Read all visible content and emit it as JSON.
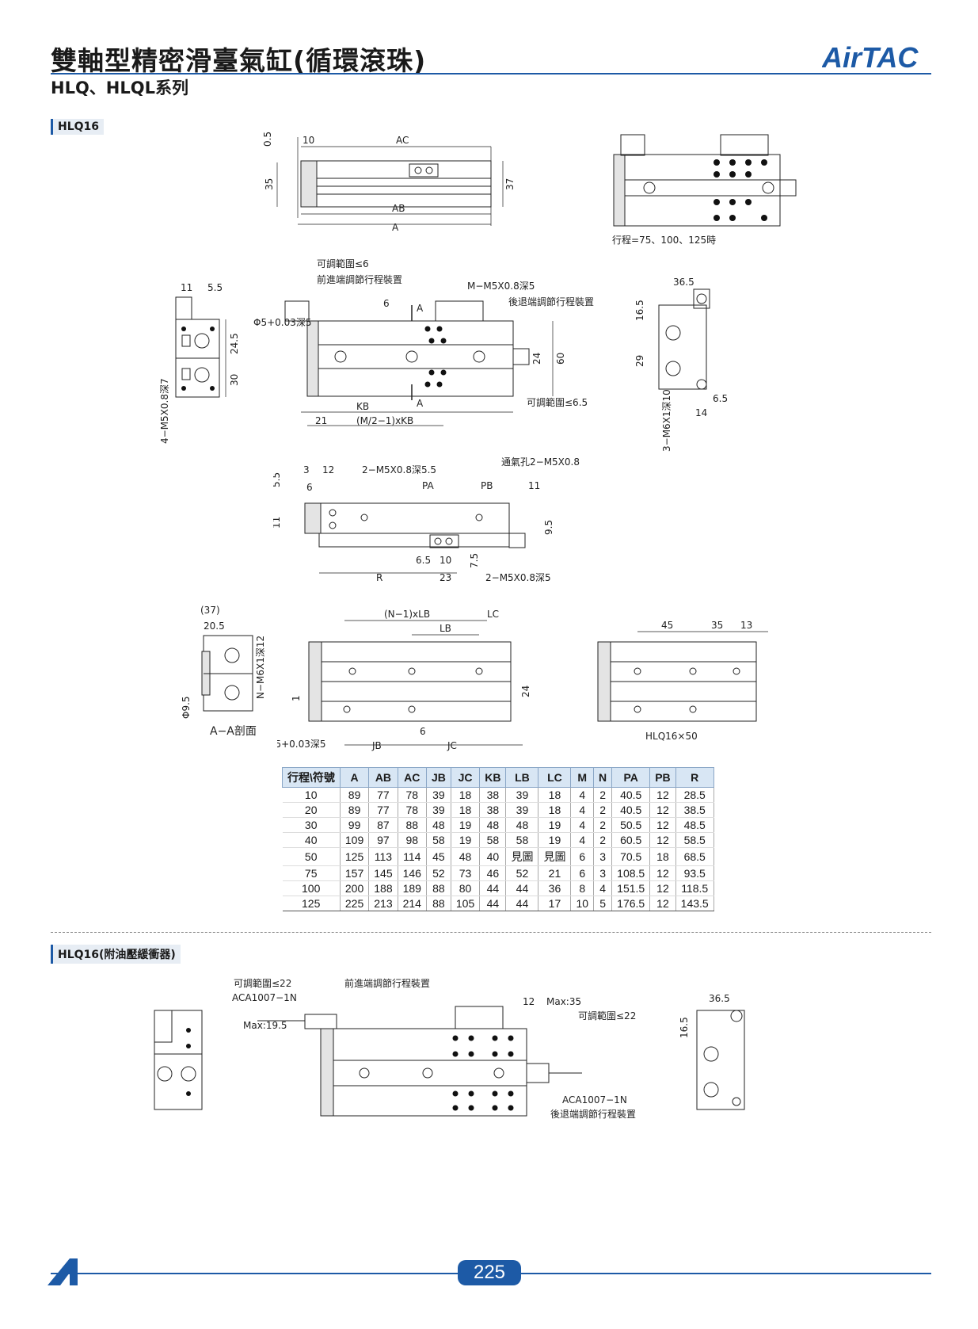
{
  "header": {
    "title": "雙軸型精密滑臺氣缸(循環滾珠)",
    "subtitle": "HLQ、HLQL系列",
    "logo": "AirTAC",
    "accent": "#1d5aa6"
  },
  "section1": {
    "label": "HLQ16"
  },
  "section2": {
    "label": "HLQ16(附油壓緩衝器)"
  },
  "labels": {
    "stroke_note": "行程=75、100、125時",
    "adj6": "可調範圍≤6",
    "front_adj": "前進端調節行程裝置",
    "m_m5": "M−M5X0.8深5",
    "rear_adj": "後退端調節行程裝置",
    "adj65": "可調範圍≤6.5",
    "phi5": "Φ5+0.03深5",
    "m5x4": "4−M5X0.8深7",
    "m6x3": "3−M6X1深10",
    "m5_55": "2−M5X0.8深5.5",
    "vent": "通氣孔2−M5X0.8",
    "m5_5": "2−M5X0.8深5",
    "nm6": "N−M6X1深12",
    "aa": "A−A剖面",
    "hlq50": "HLQ16×50",
    "adj22": "可調範圍≤22",
    "aca": "ACA1007−1N",
    "max195": "Max:19.5",
    "max35": "Max:35"
  },
  "dims": {
    "d05": "0.5",
    "d10": "10",
    "ac": "AC",
    "d35": "35",
    "d37": "37",
    "ab": "AB",
    "a": "A",
    "d11": "11",
    "d55": "5.5",
    "d245": "24.5",
    "d30": "30",
    "d6": "6",
    "secA": "A",
    "d24": "24",
    "d60": "60",
    "kb": "KB",
    "mkb": "(M/2−1)xKB",
    "d21": "21",
    "d365": "36.5",
    "d165": "16.5",
    "d29": "29",
    "d65": "6.5",
    "d14": "14",
    "d3": "3",
    "d12": "12",
    "pa": "PA",
    "pb": "PB",
    "d11b": "11",
    "d95": "9.5",
    "d75": "7.5",
    "r": "R",
    "d23": "23",
    "d37p": "(37)",
    "d205": "20.5",
    "phi95": "Φ9.5",
    "nlb": "(N−1)xLB",
    "lb": "LB",
    "lc": "LC",
    "jb": "JB",
    "jc": "JC",
    "d1": "1",
    "d45": "45",
    "d35b": "35",
    "d13": "13"
  },
  "table": {
    "headers": [
      "行程\\符號",
      "A",
      "AB",
      "AC",
      "JB",
      "JC",
      "KB",
      "LB",
      "LC",
      "M",
      "N",
      "PA",
      "PB",
      "R"
    ],
    "rows": [
      [
        "10",
        "89",
        "77",
        "78",
        "39",
        "18",
        "38",
        "39",
        "18",
        "4",
        "2",
        "40.5",
        "12",
        "28.5"
      ],
      [
        "20",
        "89",
        "77",
        "78",
        "39",
        "18",
        "38",
        "39",
        "18",
        "4",
        "2",
        "40.5",
        "12",
        "38.5"
      ],
      [
        "30",
        "99",
        "87",
        "88",
        "48",
        "19",
        "48",
        "48",
        "19",
        "4",
        "2",
        "50.5",
        "12",
        "48.5"
      ],
      [
        "40",
        "109",
        "97",
        "98",
        "58",
        "19",
        "58",
        "58",
        "19",
        "4",
        "2",
        "60.5",
        "12",
        "58.5"
      ],
      [
        "50",
        "125",
        "113",
        "114",
        "45",
        "48",
        "40",
        "見圖",
        "見圖",
        "6",
        "3",
        "70.5",
        "18",
        "68.5"
      ],
      [
        "75",
        "157",
        "145",
        "146",
        "52",
        "73",
        "46",
        "52",
        "21",
        "6",
        "3",
        "108.5",
        "12",
        "93.5"
      ],
      [
        "100",
        "200",
        "188",
        "189",
        "88",
        "80",
        "44",
        "44",
        "36",
        "8",
        "4",
        "151.5",
        "12",
        "118.5"
      ],
      [
        "125",
        "225",
        "213",
        "214",
        "88",
        "105",
        "44",
        "44",
        "17",
        "10",
        "5",
        "176.5",
        "12",
        "143.5"
      ]
    ]
  },
  "footer": {
    "page": "225"
  }
}
